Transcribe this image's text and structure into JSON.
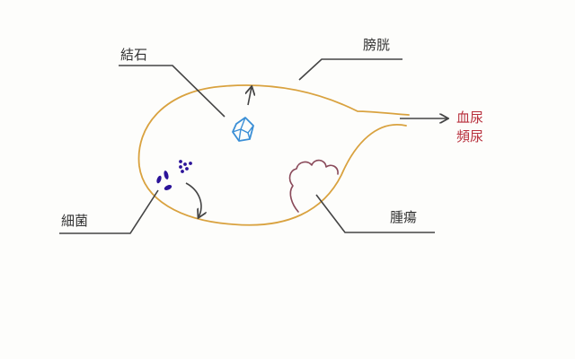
{
  "labels": {
    "stone": "結石",
    "bladder": "膀胱",
    "bacteria": "細菌",
    "tumor": "腫瘍",
    "symptom_line1": "血尿",
    "symptom_line2": "頻尿"
  },
  "colors": {
    "bladder_outline": "#d9a23f",
    "stone": "#3b8fd6",
    "bacteria": "#2b1399",
    "tumor": "#8a4a5a",
    "leader_line": "#444444",
    "label_text": "#333333",
    "symptom_text": "#b8303d",
    "arrow": "#444444"
  },
  "icons": {
    "stone": "crystal-stone-icon",
    "bacteria": "bacteria-cluster-icon",
    "tumor": "tumor-growth-icon"
  }
}
